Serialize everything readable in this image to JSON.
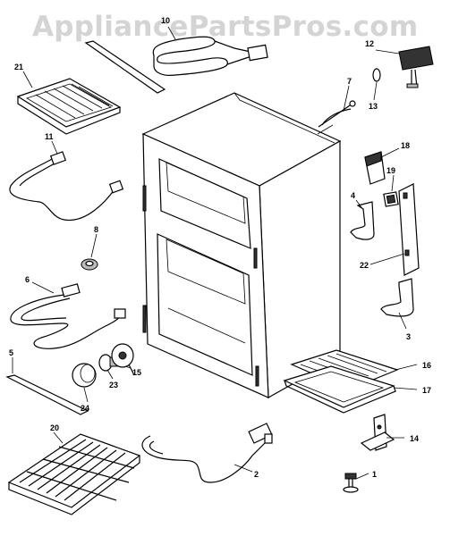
{
  "watermark": "AppliancePartsPros.com",
  "callouts": {
    "c1": "1",
    "c2": "2",
    "c3": "3",
    "c4": "4",
    "c5": "5",
    "c6": "6",
    "c7": "7",
    "c8": "8",
    "c10": "10",
    "c11": "11",
    "c12": "12",
    "c13": "13",
    "c14": "14",
    "c15": "15",
    "c16": "16",
    "c17": "17",
    "c18": "18",
    "c19": "19",
    "c20": "20",
    "c21": "21",
    "c22": "22",
    "c23": "23",
    "c24": "24"
  }
}
